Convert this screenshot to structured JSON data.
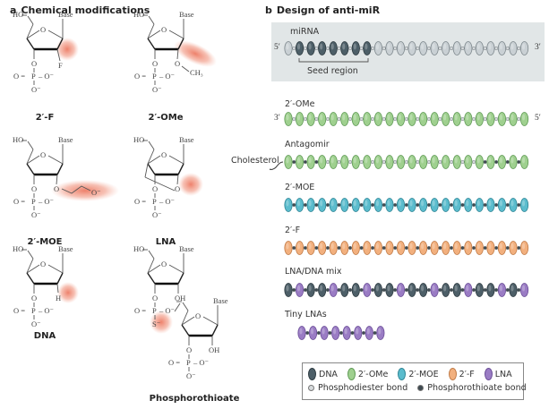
{
  "panel_a": {
    "letter": "a",
    "title": "Chemical modifications",
    "structures": [
      {
        "name": "2′-F",
        "mod_label": "F"
      },
      {
        "name": "2′-OMe",
        "mod_label": "O–CH₃"
      },
      {
        "name": "2′-MOE",
        "mod_label": "O–CH₂CH₂–O⁻"
      },
      {
        "name": "LNA",
        "mod_label": "O"
      },
      {
        "name": "DNA",
        "mod_label": "H"
      },
      {
        "name": "Phosphorothioate",
        "mod_label": "S⁻"
      }
    ],
    "atoms": {
      "ho": "HO",
      "base": "Base",
      "o": "O",
      "p": "P",
      "o_minus": "O⁻",
      "oh": "OH",
      "f": "F",
      "ch3": "CH₃",
      "h": "H",
      "s_minus": "S⁻"
    }
  },
  "panel_b": {
    "letter": "b",
    "title": "Design of anti-miR",
    "five_prime": "5′",
    "three_prime": "3′",
    "cholesterol_label": "Cholesterol",
    "seed_label": "Seed region",
    "rows": [
      {
        "label": "miRNA",
        "left_end": "5′",
        "right_end": "3′",
        "beads": "NDDDDDDDNNNNNNNNNNNNNN",
        "linkers": "phosphodiester",
        "seed_range": [
          2,
          8
        ]
      },
      {
        "label": "2′-OMe",
        "left_end": "3′",
        "right_end": "5′",
        "beads": "OOOOOOOOOOOOOOOOOOOOOO",
        "linkers": "phosphodiester"
      },
      {
        "label": "Antagomir",
        "beads": "OOOOOOOOOOOOOOOOOOOOOO",
        "linkers": "mixed",
        "pt_start": 3,
        "pt_end": 4,
        "conjugate": "Cholesterol"
      },
      {
        "label": "2′-MOE",
        "beads": "MMMMMMMMMMMMMMMMMMMMMM",
        "linkers": "phosphorothioate"
      },
      {
        "label": "2′-F",
        "beads": "FFFFFFFFFFFFFFFFFFFFFF",
        "linkers": "phosphorothioate"
      },
      {
        "label": "LNA/DNA mix",
        "beads": "DLDDLDDLDDLDDLDDLDDLDL",
        "linkers": "phosphorothioate"
      },
      {
        "label": "Tiny LNAs",
        "beads": "LLLLLLLL",
        "linkers": "phosphorothioate"
      }
    ]
  },
  "bead_colors": {
    "N": {
      "fill": "#c9d0d4",
      "stroke": "#7d878c"
    },
    "D": {
      "fill": "#4d5f68",
      "stroke": "#2e3b41"
    },
    "O": {
      "fill": "#9fd08f",
      "stroke": "#5f9a55"
    },
    "M": {
      "fill": "#5bbccd",
      "stroke": "#2f8595"
    },
    "F": {
      "fill": "#f2b07e",
      "stroke": "#c07a46"
    },
    "L": {
      "fill": "#9a7cc4",
      "stroke": "#6b4e97"
    }
  },
  "linker_colors": {
    "phosphodiester": "#d6dadc",
    "phosphorothioate": "#3f4a50"
  },
  "highlight_color": "#e8573a",
  "legend": {
    "items": [
      {
        "key": "D",
        "label": "DNA"
      },
      {
        "key": "O",
        "label": "2′-OMe"
      },
      {
        "key": "M",
        "label": "2′-MOE"
      },
      {
        "key": "F",
        "label": "2′-F"
      },
      {
        "key": "L",
        "label": "LNA"
      }
    ],
    "bonds": [
      {
        "key": "phosphodiester",
        "label": "Phosphodiester bond"
      },
      {
        "key": "phosphorothioate",
        "label": "Phosphorothioate bond"
      }
    ]
  }
}
